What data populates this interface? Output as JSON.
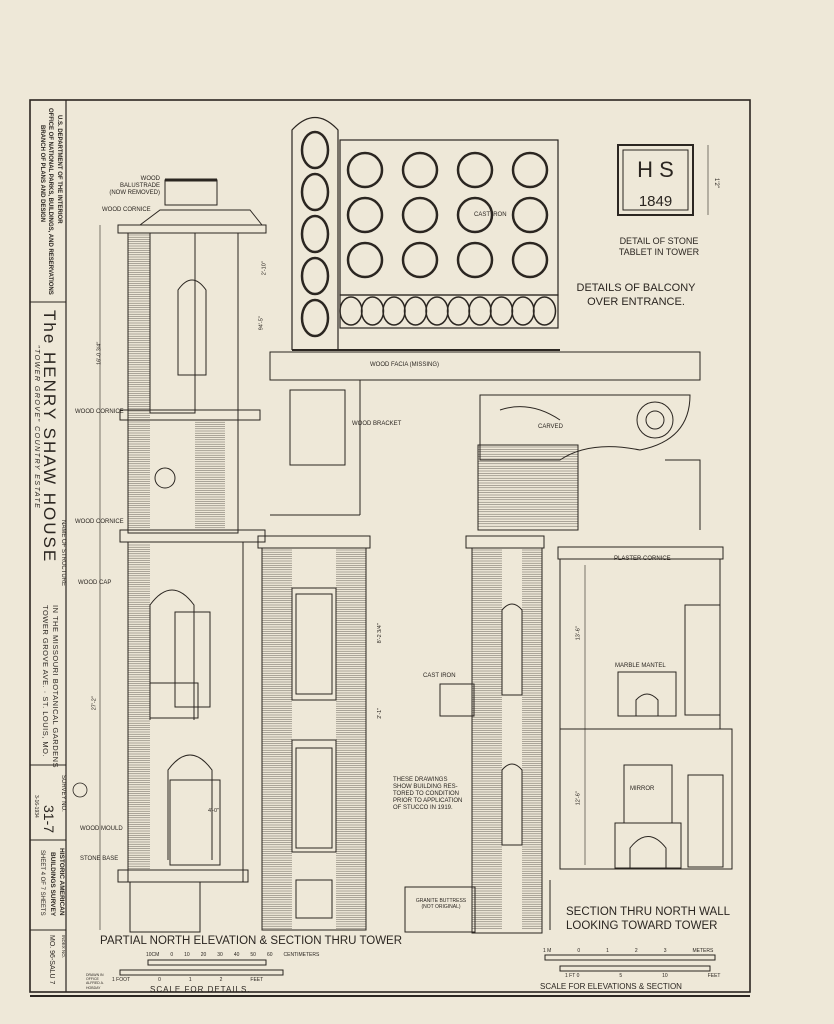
{
  "title_block": {
    "agency_line1": "U.S. DEPARTMENT OF THE INTERIOR",
    "agency_line2": "OFFICE OF NATIONAL PARKS, BUILDINGS, AND RESERVATIONS",
    "agency_line3": "BRANCH OF PLANS AND DESIGN",
    "name_label": "NAME OF STRUCTURE",
    "structure_name": "The HENRY SHAW HOUSE",
    "subtitle": "\"TOWER GROVE\" COUNTRY ESTATE",
    "location_line1": "IN THE MISSOURI BOTANICAL GARDENS",
    "location_line2": "TOWER GROVE AVE. · ST. LOUIS, MO.",
    "survey_label": "SURVEY NO.",
    "survey_no": "31-7",
    "survey_date": "3-16-1934",
    "survey_name_line1": "HISTORIC AMERICAN",
    "survey_name_line2": "BUILDINGS SURVEY",
    "sheet_text": "SHEET 4 OF 7 SHEETS",
    "index_label": "INDEX NO.",
    "index_no": "MO. 96-SALU 7"
  },
  "labels": {
    "wood_balustrade": "WOOD BALUSTRADE",
    "now_removed": "(NOW REMOVED)",
    "wood_cornice_1": "WOOD CORNICE",
    "wood_cornice_2": "WOOD CORNICE",
    "wood_cornice_3": "WOOD CORNICE",
    "wood_cap": "WOOD CAP",
    "wood_mould": "WOOD MOULD",
    "stone_base": "STONE BASE",
    "cast_iron_balcony": "CAST IRON",
    "cast_iron_window": "CAST IRON",
    "wood_facia": "WOOD FACIA (MISSING)",
    "wood_bracket": "WOOD BRACKET",
    "carved": "CARVED",
    "plaster_cornice": "PLASTER CORNICE",
    "marble_mantel": "MARBLE MANTEL",
    "mirror": "MIRROR",
    "granite_buttress": "GRANITE BUTTRESS",
    "not_original": "(NOT ORIGINAL)",
    "note": [
      "THESE DRAWINGS",
      "SHOW BUILDING RES-",
      "TORED TO CONDITION",
      "PRIOR TO APPLICATION",
      "OF STUCCO IN 1919."
    ]
  },
  "tablet": {
    "initials": "H S",
    "year": "1849",
    "caption_line1": "DETAIL OF STONE",
    "caption_line2": "TABLET IN TOWER",
    "dimension": "1'2\""
  },
  "balcony_title": [
    "DETAILS OF BALCONY",
    "OVER ENTRANCE."
  ],
  "titles": {
    "elevation": "PARTIAL NORTH ELEVATION & SECTION THRU TOWER",
    "section_line1": "SECTION THRU NORTH WALL",
    "section_line2": "LOOKING TOWARD TOWER"
  },
  "dimensions": [
    "16'-0 3/4\"",
    "94'-5\"",
    "27'-2\"",
    "8'-2 3/4\"",
    "2'-1\"",
    "12'-6\"",
    "13'-6\"",
    "4'-0\"",
    "2'-10\""
  ],
  "scales": {
    "details": {
      "cm_ticks": [
        "10CM",
        "0",
        "10",
        "20",
        "30",
        "40",
        "50",
        "60"
      ],
      "cm_unit": "CENTIMETERS",
      "ft_ticks": [
        "1 FOOT",
        "0",
        "1",
        "2"
      ],
      "ft_unit": "FEET",
      "caption": "SCALE FOR DETAILS."
    },
    "elevations": {
      "m_ticks": [
        "1 M",
        "0",
        "1",
        "2",
        "3"
      ],
      "m_unit": "METERS",
      "ft_ticks": [
        "1 FT 0",
        "5",
        "10"
      ],
      "ft_unit": "FEET",
      "caption": "SCALE FOR ELEVATIONS & SECTION"
    },
    "credit": "DRAWN IN OFFICE ALFRED A. HOBDAY"
  }
}
